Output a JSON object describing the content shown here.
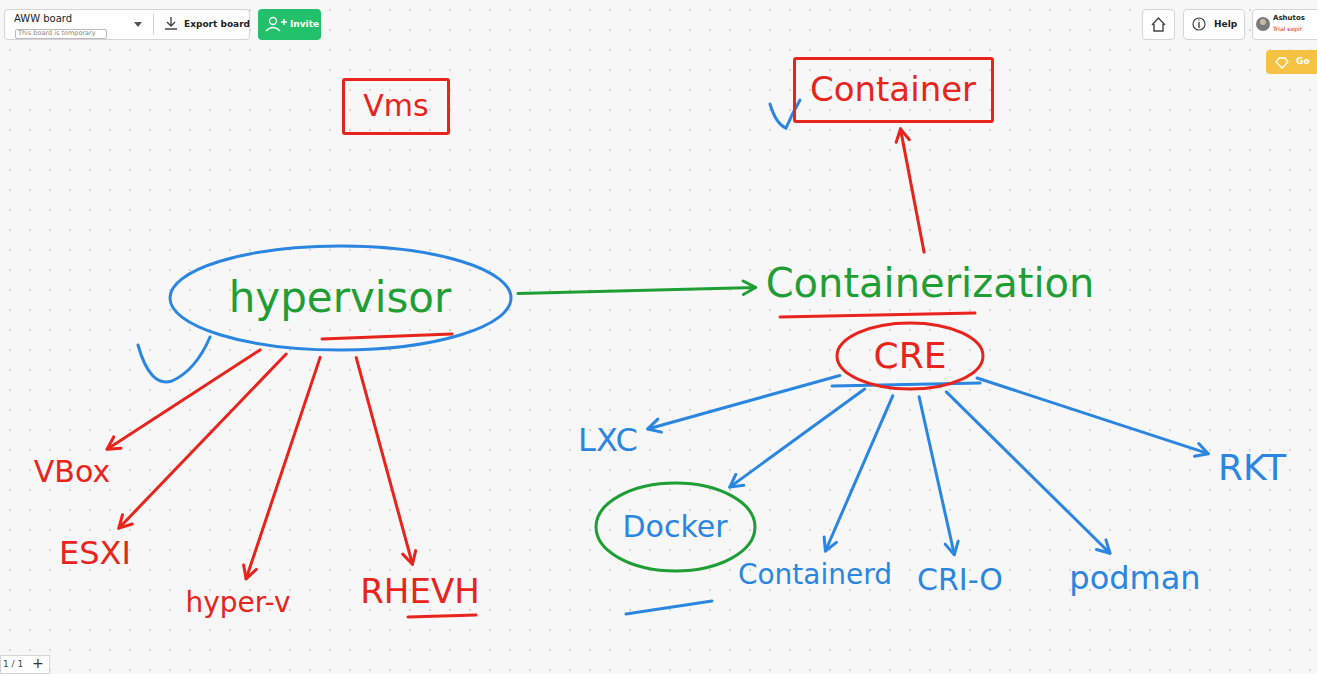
{
  "diagram": {
    "nodes": [
      {
        "text": [
          "Vms"
        ]
      },
      {
        "text": [
          "Container"
        ]
      },
      {
        "text": [
          "hypervisor"
        ]
      },
      {
        "text": [
          "Containerization"
        ]
      },
      {
        "text": [
          "CRE"
        ]
      },
      {
        "text": [
          "VBox"
        ]
      },
      {
        "text": [
          "ESXI"
        ]
      },
      {
        "text": [
          "hyper-v"
        ]
      },
      {
        "text": [
          "RHEVH"
        ]
      },
      {
        "text": [
          "LXC"
        ]
      },
      {
        "text": [
          "Docker"
        ]
      },
      {
        "text": [
          "Containerd"
        ]
      },
      {
        "text": [
          "CRI-O"
        ]
      },
      {
        "text": [
          "podman"
        ]
      },
      {
        "text": [
          "RKT"
        ]
      }
    ],
    "edges": [
      {
        "from": 2,
        "to": 5,
        "arrow": "to"
      },
      {
        "from": 2,
        "to": 6,
        "arrow": "to"
      },
      {
        "from": 2,
        "to": 7,
        "arrow": "to"
      },
      {
        "from": 2,
        "to": 8,
        "arrow": "to"
      },
      {
        "from": 2,
        "to": 3,
        "arrow": "to"
      },
      {
        "from": 3,
        "to": 1,
        "arrow": "to"
      },
      {
        "from": 4,
        "to": 9,
        "arrow": "to"
      },
      {
        "from": 4,
        "to": 10,
        "arrow": "to"
      },
      {
        "from": 4,
        "to": 11,
        "arrow": "to"
      },
      {
        "from": 4,
        "to": 12,
        "arrow": "to"
      },
      {
        "from": 4,
        "to": 13,
        "arrow": "to"
      },
      {
        "from": 4,
        "to": 14,
        "arrow": "to"
      }
    ],
    "labels": [
      "AWW board",
      "This board is temporary",
      "Export board",
      "Invite",
      "Help",
      "Ashutos",
      "Trial expir",
      "Go",
      "1 / 1",
      "+"
    ]
  }
}
